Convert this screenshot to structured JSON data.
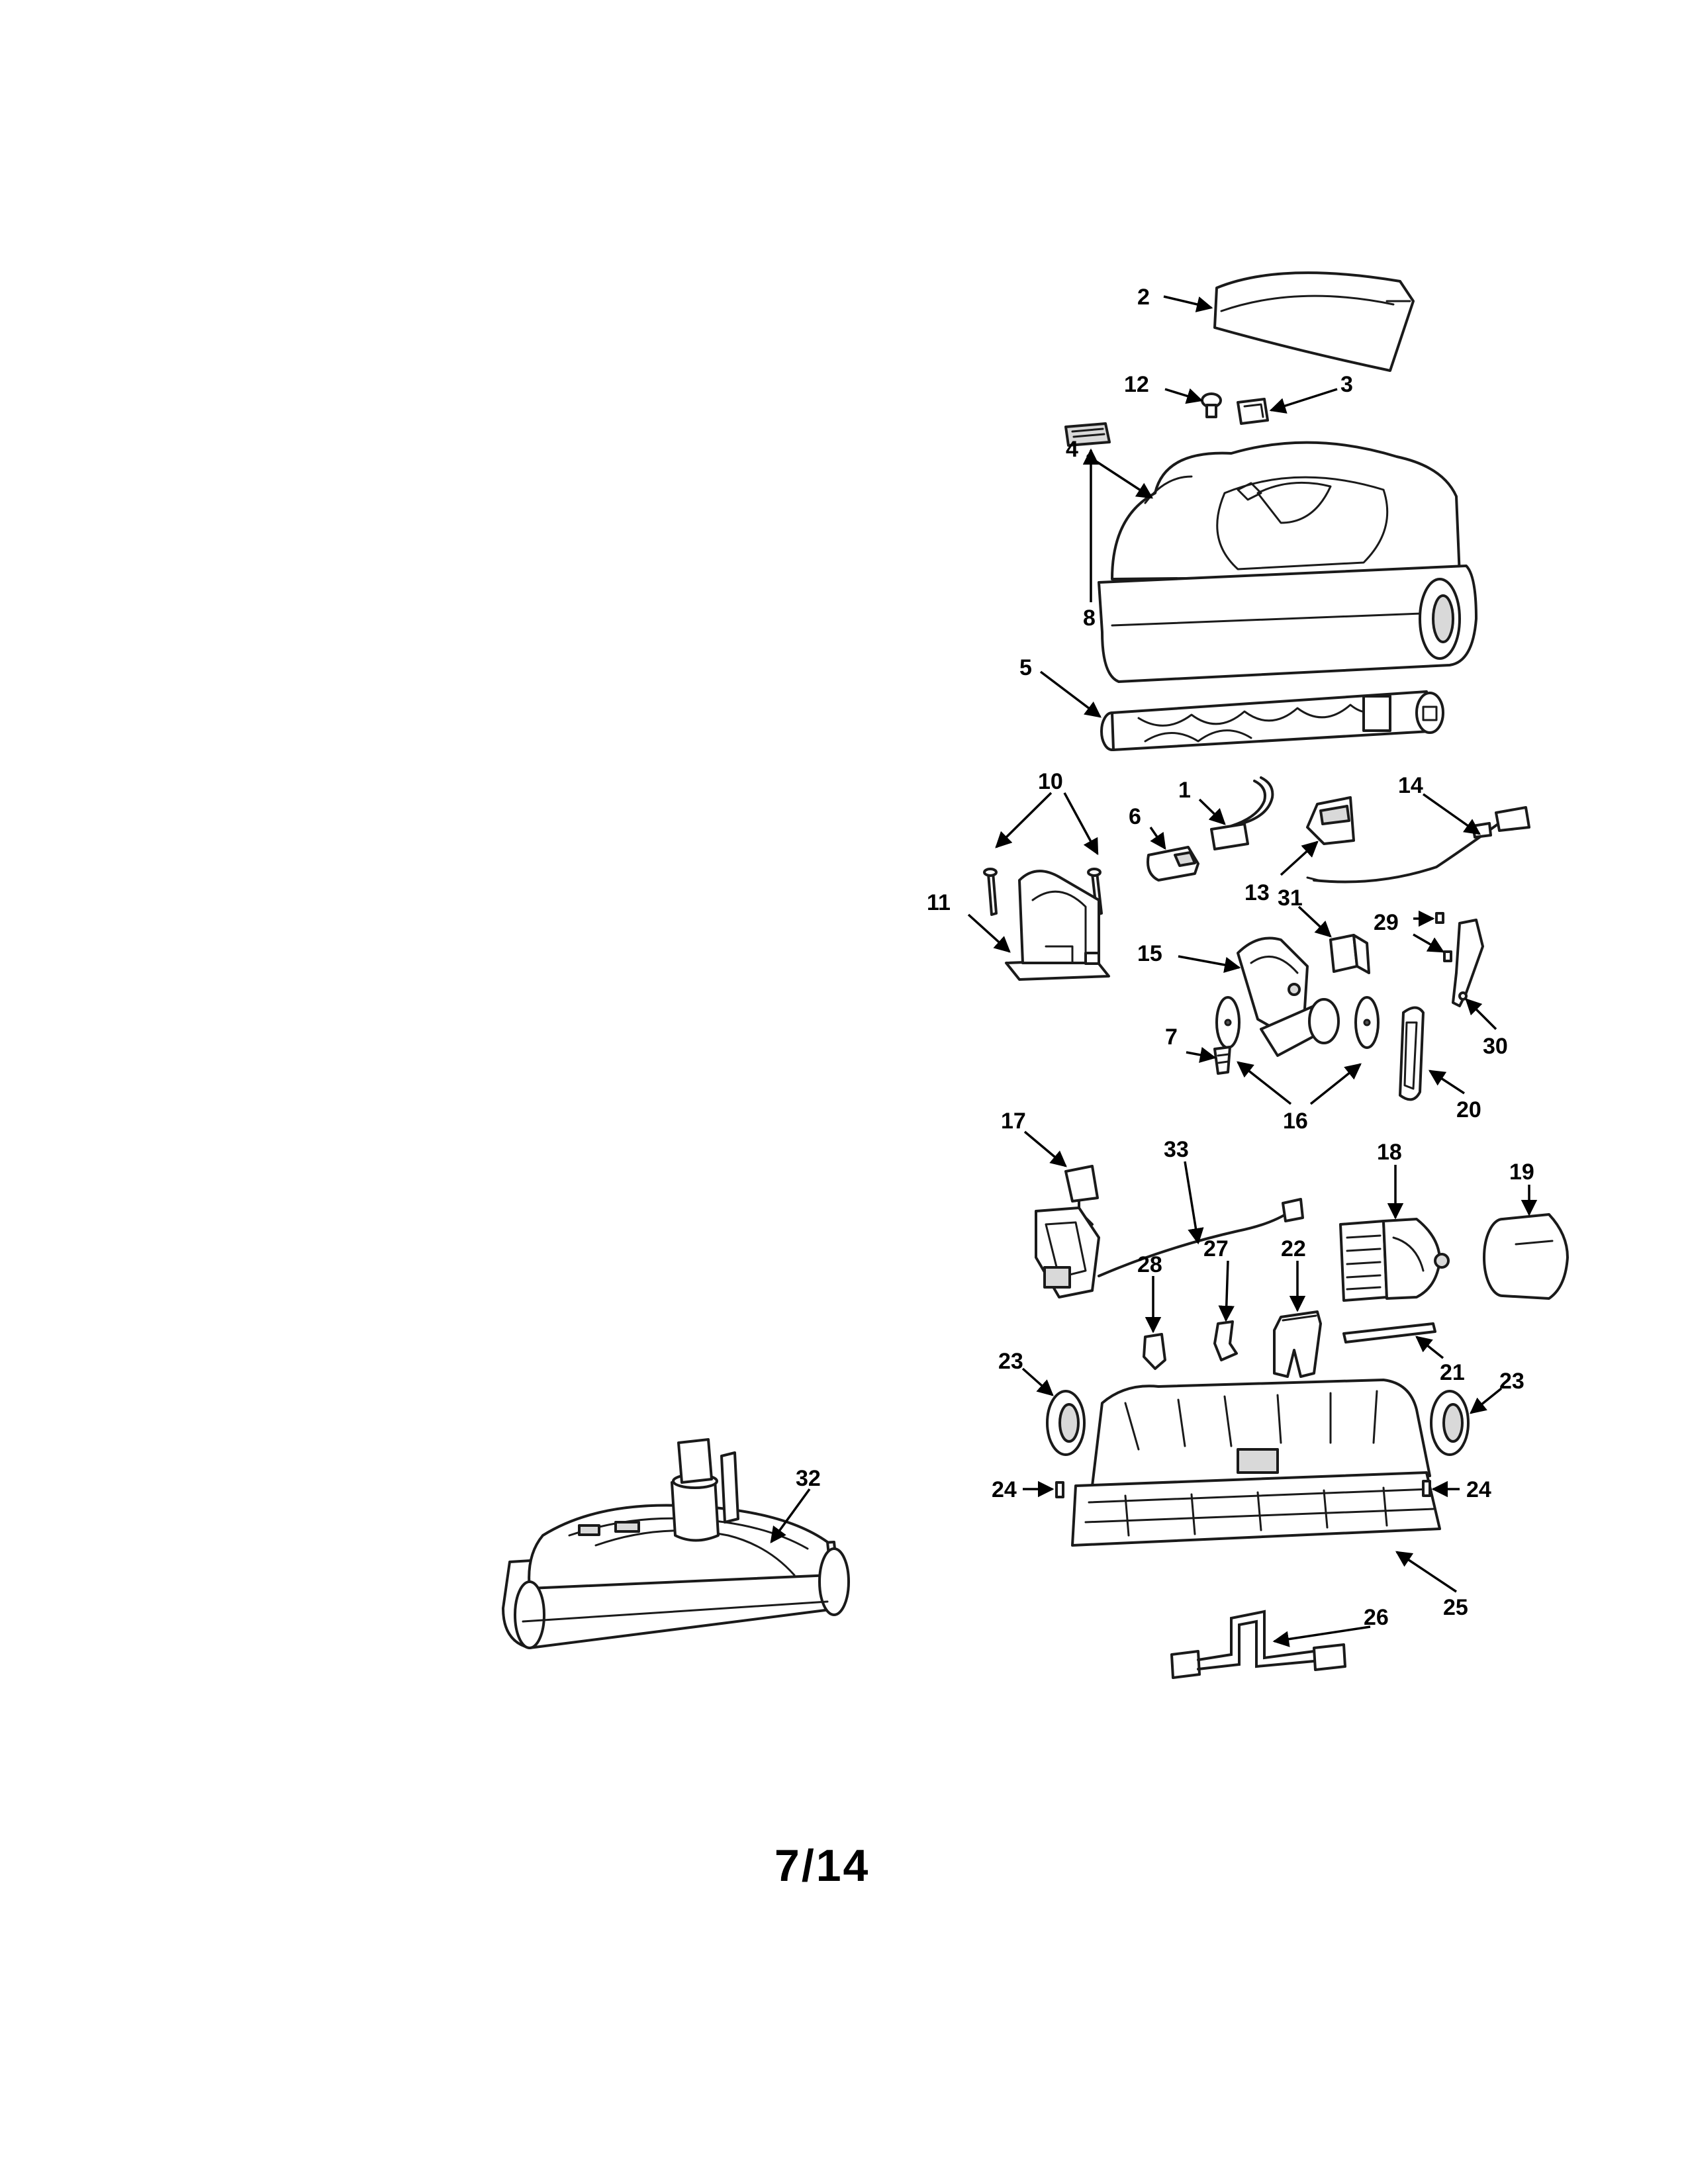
{
  "page_number": "7/14",
  "callouts": {
    "c1": "1",
    "c2": "2",
    "c3": "3",
    "c4": "4",
    "c5": "5",
    "c6": "6",
    "c7": "7",
    "c8": "8",
    "c10": "10",
    "c11": "11",
    "c12": "12",
    "c13": "13",
    "c14": "14",
    "c15": "15",
    "c16": "16",
    "c17": "17",
    "c18": "18",
    "c19": "19",
    "c20": "20",
    "c21": "21",
    "c22": "22",
    "c23a": "23",
    "c23b": "23",
    "c24a": "24",
    "c24b": "24",
    "c25": "25",
    "c26": "26",
    "c27": "27",
    "c28": "28",
    "c29": "29",
    "c30": "30",
    "c31": "31",
    "c32": "32",
    "c33": "33"
  }
}
